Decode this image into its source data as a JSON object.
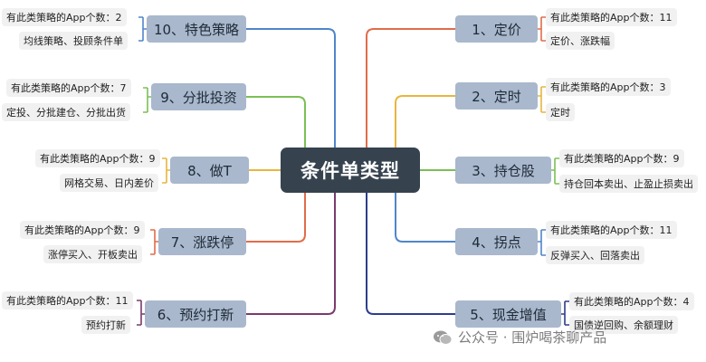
{
  "center": {
    "label": "条件单类型"
  },
  "branches": {
    "b1": {
      "label": "1、定价",
      "count": "有此类策略的App个数：11",
      "detail": "定价、涨跌幅",
      "color": "#e06c4a"
    },
    "b2": {
      "label": "2、定时",
      "count": "有此类策略的App个数：3",
      "detail": "定时",
      "color": "#e8b63d"
    },
    "b3": {
      "label": "3、持仓股",
      "count": "有此类策略的App个数：9",
      "detail": "持仓回本卖出、止盈止损卖出",
      "color": "#7cbf55"
    },
    "b4": {
      "label": "4、拐点",
      "count": "有此类策略的App个数：11",
      "detail": "反弹买入、回落卖出",
      "color": "#4f86c9"
    },
    "b5": {
      "label": "5、现金增值",
      "count": "有此类策略的App个数：4",
      "detail": "国债逆回购、余额理财",
      "color": "#2f3c8c"
    },
    "b6": {
      "label": "6、预约打新",
      "count": "有此类策略的App个数：11",
      "detail": "预约打新",
      "color": "#7a3a6e"
    },
    "b7": {
      "label": "7、涨跌停",
      "count": "有此类策略的App个数：9",
      "detail": "涨停买入、开板卖出",
      "color": "#e06c4a"
    },
    "b8": {
      "label": "8、做T",
      "count": "有此类策略的App个数：9",
      "detail": "网格交易、日内差价",
      "color": "#e8b63d"
    },
    "b9": {
      "label": "9、分批投资",
      "count": "有此类策略的App个数：7",
      "detail": "定投、分批建仓、分批出货",
      "color": "#7cbf55"
    },
    "b10": {
      "label": "10、特色策略",
      "count": "有此类策略的App个数：2",
      "detail": "均线策略、投顾条件单",
      "color": "#4f86c9"
    }
  },
  "watermark": {
    "text": "公众号 · 围炉喝茶聊产品",
    "icon": "wechat-icon"
  }
}
